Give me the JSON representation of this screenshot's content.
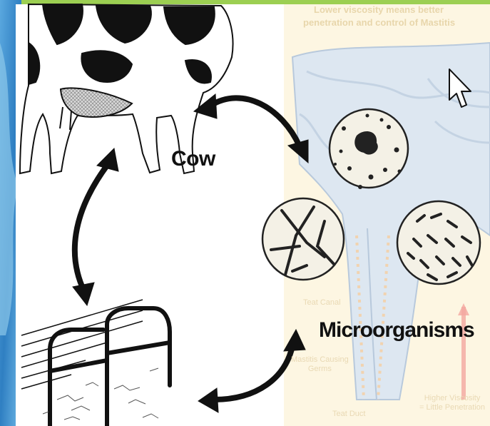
{
  "labels": {
    "cow": "Cow",
    "microorganisms": "Microorganisms"
  },
  "background_text": {
    "caption_line1": "Lower viscosity means better",
    "caption_line2": "penetration and control of Mastitis",
    "teat_canal": "Teat Canal",
    "mastitis_germs_line1": "Mastitis Causing",
    "mastitis_germs_line2": "Germs",
    "teat_duct": "Teat Duct",
    "higher_viscosity_line1": "Higher Viscosity",
    "higher_viscosity_line2": "= Little Penetration"
  },
  "colors": {
    "frame_green": "#9ccf52",
    "left_blue": "#4c9ed6",
    "udder_panel": "#fdf6e2",
    "udder_tissue": "#cfdcea",
    "ink": "#111111"
  },
  "icons": {
    "cursor": "mouse-pointer-icon"
  }
}
